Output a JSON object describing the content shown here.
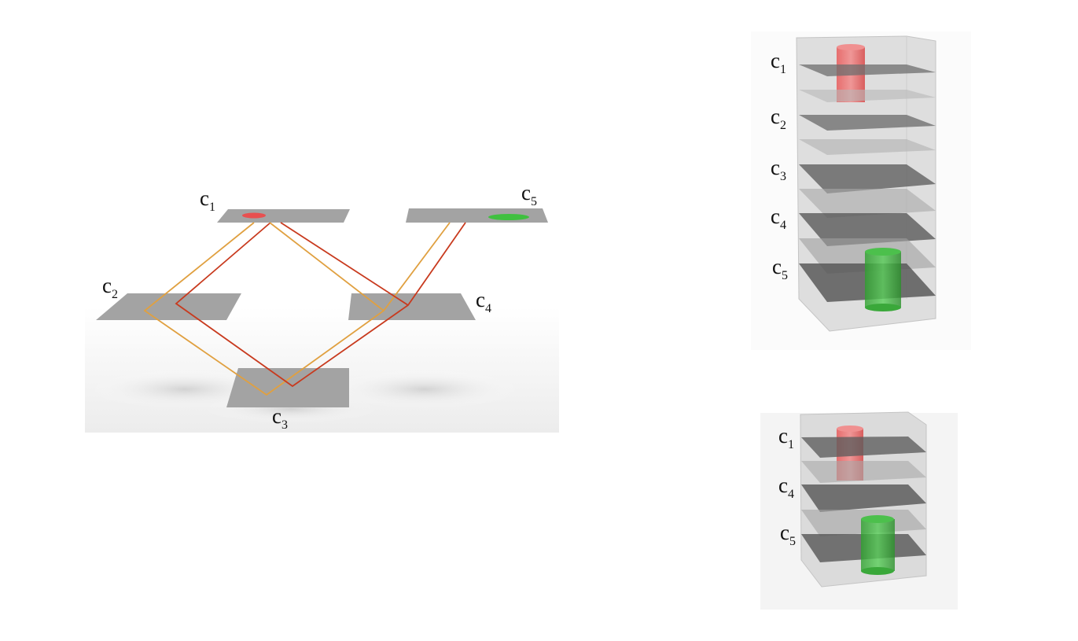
{
  "figure": {
    "graph": {
      "nodes": [
        {
          "id": "c1",
          "base": "c",
          "index": "1",
          "marker": "red"
        },
        {
          "id": "c2",
          "base": "c",
          "index": "2"
        },
        {
          "id": "c3",
          "base": "c",
          "index": "3"
        },
        {
          "id": "c4",
          "base": "c",
          "index": "4"
        },
        {
          "id": "c5",
          "base": "c",
          "index": "5",
          "marker": "green"
        }
      ],
      "paths": [
        {
          "color": "#e0a040",
          "route": [
            "c1",
            "c2",
            "c3",
            "c4",
            "c5"
          ]
        },
        {
          "color": "#c83a1e",
          "route": [
            "c1",
            "c2",
            "c3",
            "c4",
            "c5"
          ]
        },
        {
          "color": "#e0a040",
          "route": [
            "c1",
            "c4"
          ]
        },
        {
          "color": "#c83a1e",
          "route": [
            "c1",
            "c4"
          ]
        }
      ]
    },
    "stack_top": {
      "labels": [
        {
          "base": "c",
          "index": "1"
        },
        {
          "base": "c",
          "index": "2"
        },
        {
          "base": "c",
          "index": "3"
        },
        {
          "base": "c",
          "index": "4"
        },
        {
          "base": "c",
          "index": "5"
        }
      ]
    },
    "stack_bottom": {
      "labels": [
        {
          "base": "c",
          "index": "1"
        },
        {
          "base": "c",
          "index": "4"
        },
        {
          "base": "c",
          "index": "5"
        }
      ]
    },
    "colors": {
      "start_marker": "#e85050",
      "goal_marker": "#40c040",
      "plate": "#9a9a9a",
      "path_orange": "#e0a040",
      "path_red": "#c83a1e"
    }
  }
}
